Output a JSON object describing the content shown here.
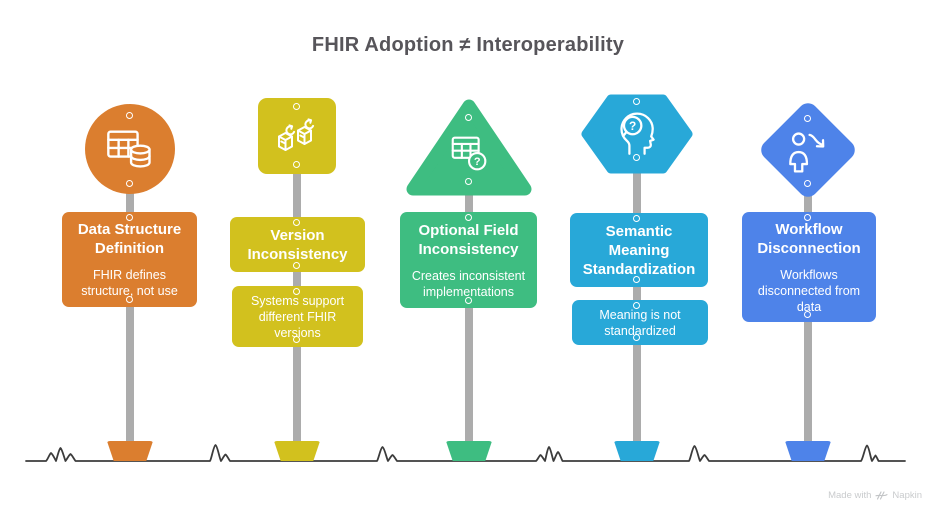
{
  "title": "FHIR Adoption ≠ Interoperability",
  "watermark": {
    "prefix": "Made with",
    "brand": "Napkin"
  },
  "palette": {
    "orange": "#db7e2f",
    "yellow": "#d2c11e",
    "green": "#3ebd81",
    "cyan": "#28a8d8",
    "blue": "#4e83e9",
    "pole_gray": "#acacac",
    "ground_line": "#3c3c3c",
    "title_text": "#57555a",
    "watermark_text": "#c9cbcd"
  },
  "posts": [
    {
      "shape": "circle",
      "icon": "database-table-icon",
      "color": "#db7e2f",
      "title": "Data Structure Definition",
      "description": "FHIR defines structure, not use"
    },
    {
      "shape": "rounded-square",
      "icon": "version-boxes-icon",
      "color": "#d2c11e",
      "title": "Version Inconsistency",
      "description": "Systems support different FHIR versions"
    },
    {
      "shape": "triangle",
      "icon": "table-question-icon",
      "color": "#3ebd81",
      "title": "Optional Field Inconsistency",
      "description": "Creates inconsistent implementations"
    },
    {
      "shape": "hexagon",
      "icon": "head-question-icon",
      "color": "#28a8d8",
      "title": "Semantic Meaning Standardization",
      "description": "Meaning is not standardized"
    },
    {
      "shape": "diamond",
      "icon": "person-decline-icon",
      "color": "#4e83e9",
      "title": "Workflow Disconnection",
      "description": "Workflows disconnected from data"
    }
  ]
}
